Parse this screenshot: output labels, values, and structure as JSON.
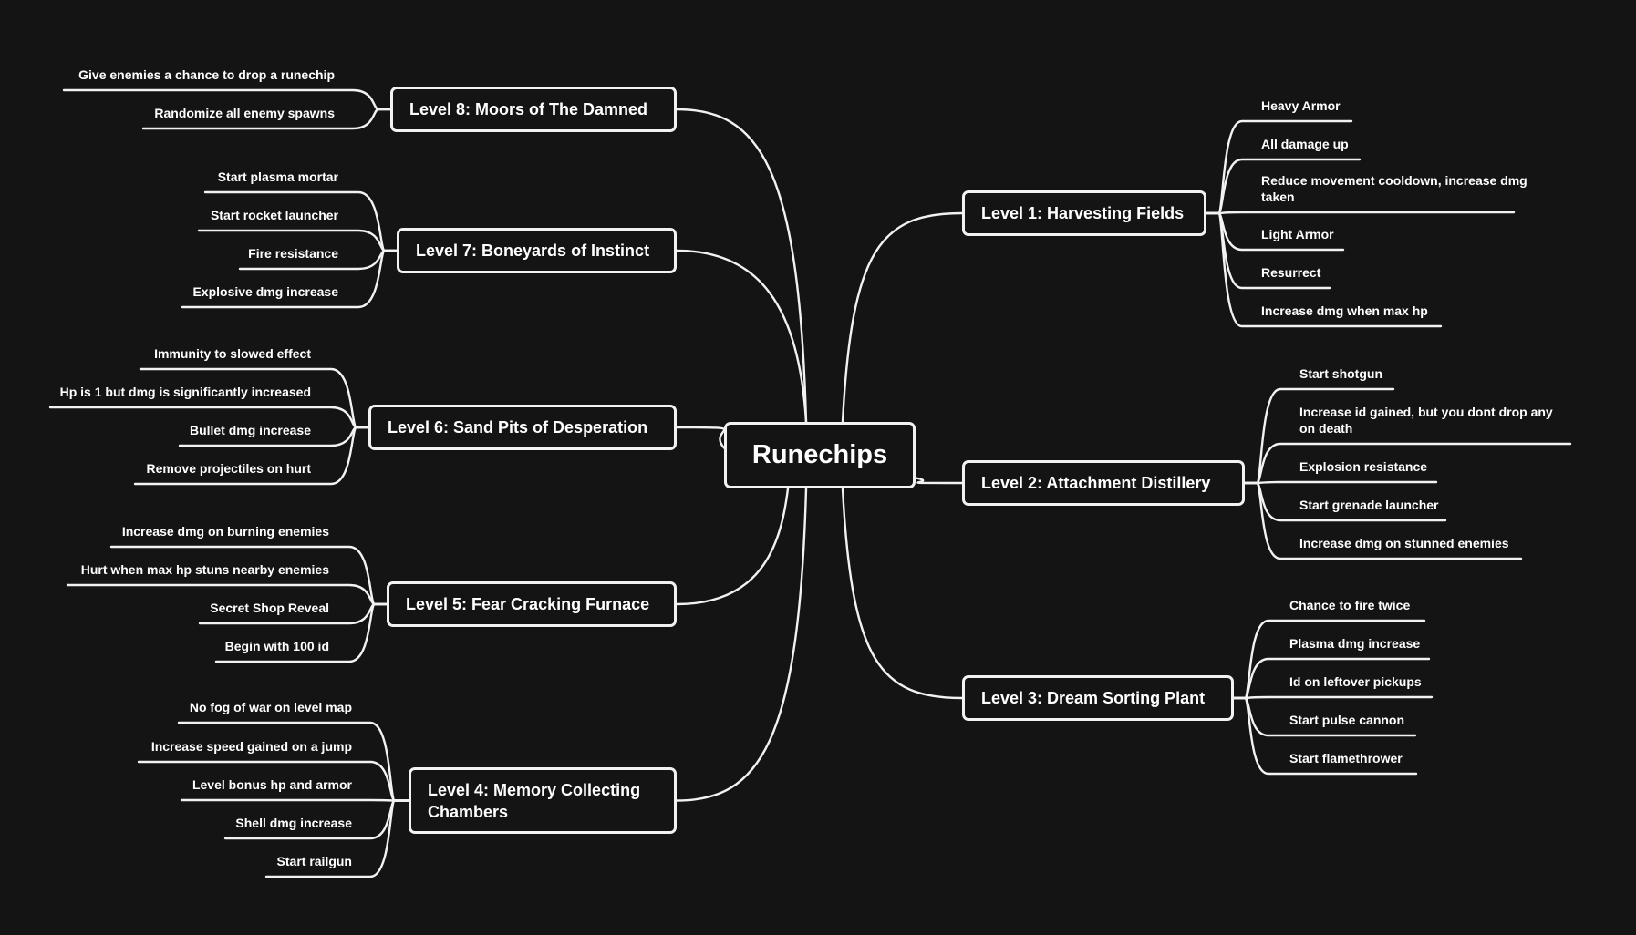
{
  "colors": {
    "background": "#141414",
    "line": "#f2f2f2",
    "text": "#ffffff"
  },
  "center": {
    "label": "Runechips"
  },
  "levels": [
    {
      "label": "Level 1: Harvesting Fields",
      "children": [
        "Heavy Armor",
        "All damage up",
        "Reduce movement cooldown, increase dmg taken",
        "Light Armor",
        "Resurrect",
        "Increase dmg when max hp"
      ]
    },
    {
      "label": "Level 2: Attachment Distillery",
      "children": [
        "Start shotgun",
        "Increase id gained, but you dont drop any on death",
        "Explosion resistance",
        "Start grenade launcher",
        "Increase dmg on stunned enemies"
      ]
    },
    {
      "label": "Level 3: Dream Sorting Plant",
      "children": [
        "Chance to fire twice",
        "Plasma dmg increase",
        "Id on leftover pickups",
        "Start pulse cannon",
        "Start flamethrower"
      ]
    },
    {
      "label": "Level 4: Memory Collecting Chambers",
      "children": [
        "No fog of war on level map",
        "Increase speed gained on a jump",
        "Level bonus hp and armor",
        "Shell dmg increase",
        "Start railgun"
      ]
    },
    {
      "label": "Level 5: Fear Cracking Furnace",
      "children": [
        "Increase dmg on burning enemies",
        "Hurt when max hp stuns nearby enemies",
        "Secret Shop Reveal",
        "Begin with 100 id"
      ]
    },
    {
      "label": "Level 6: Sand Pits of Desperation",
      "children": [
        "Immunity to slowed effect",
        "Hp is 1 but dmg is significantly increased",
        "Bullet dmg increase",
        "Remove projectiles on hurt"
      ]
    },
    {
      "label": "Level 7: Boneyards of Instinct",
      "children": [
        "Start plasma mortar",
        "Start rocket launcher",
        "Fire resistance",
        "Explosive dmg increase"
      ]
    },
    {
      "label": "Level 8: Moors of The Damned",
      "children": [
        "Give enemies a chance to drop a runechip",
        "Randomize all enemy spawns"
      ]
    }
  ]
}
